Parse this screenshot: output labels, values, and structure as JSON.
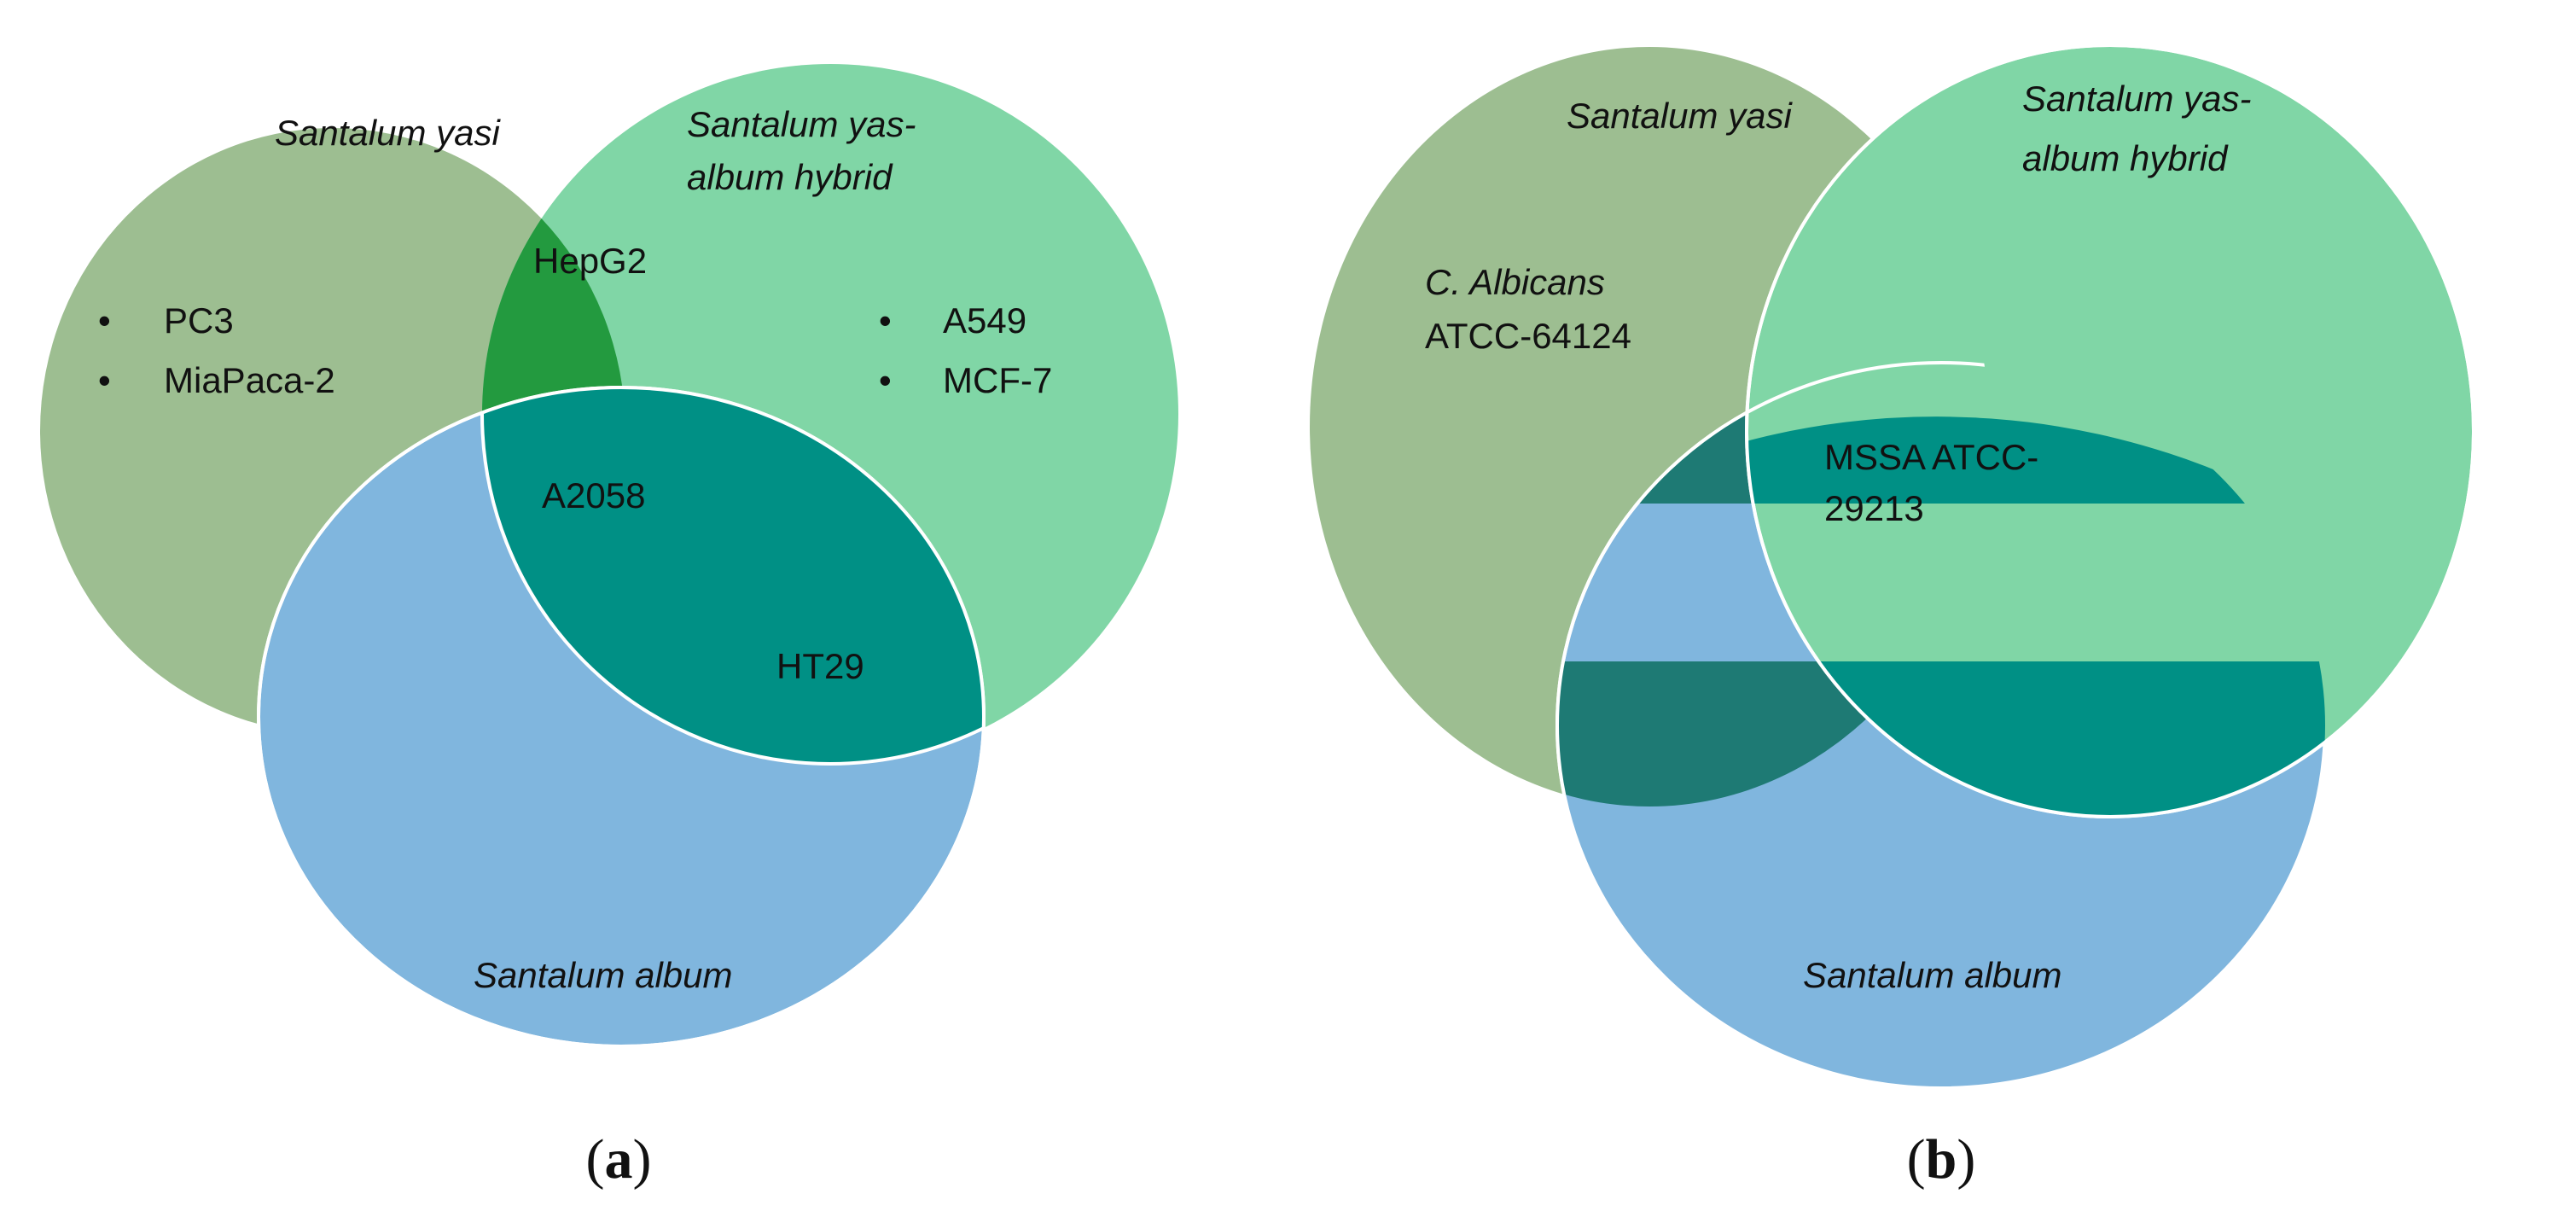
{
  "panel_a": {
    "sets": {
      "yasi": "Santalum yasi",
      "hybrid_line1": "Santalum yas-",
      "hybrid_line2": "album hybrid",
      "album": "Santalum album"
    },
    "yasi_only": [
      "PC3",
      "MiaPaca-2"
    ],
    "hybrid_only": [
      "A549",
      "MCF-7"
    ],
    "yasi_hybrid": "HepG2",
    "all_three": "A2058",
    "hybrid_album": "HT29",
    "bullet": "•",
    "caption_open": "(",
    "caption_letter": "a",
    "caption_close": ")"
  },
  "panel_b": {
    "sets": {
      "yasi": "Santalum yasi",
      "hybrid_line1": "Santalum yas-",
      "hybrid_line2": "album hybrid",
      "album": "Santalum album"
    },
    "yasi_only_line1": "C. Albicans",
    "yasi_only_line2": "ATCC-64124",
    "center_line1": "MSSA ATCC-",
    "center_line2": "29213",
    "caption_open": "(",
    "caption_letter": "b",
    "caption_close": ")"
  },
  "colors": {
    "yasi": "#9dbe91",
    "hybrid": "#80d6a6",
    "album": "#80b6de",
    "yasi_hybrid": "#239a3f",
    "center": "#009085",
    "dark_overlap": "#1e7a74"
  }
}
